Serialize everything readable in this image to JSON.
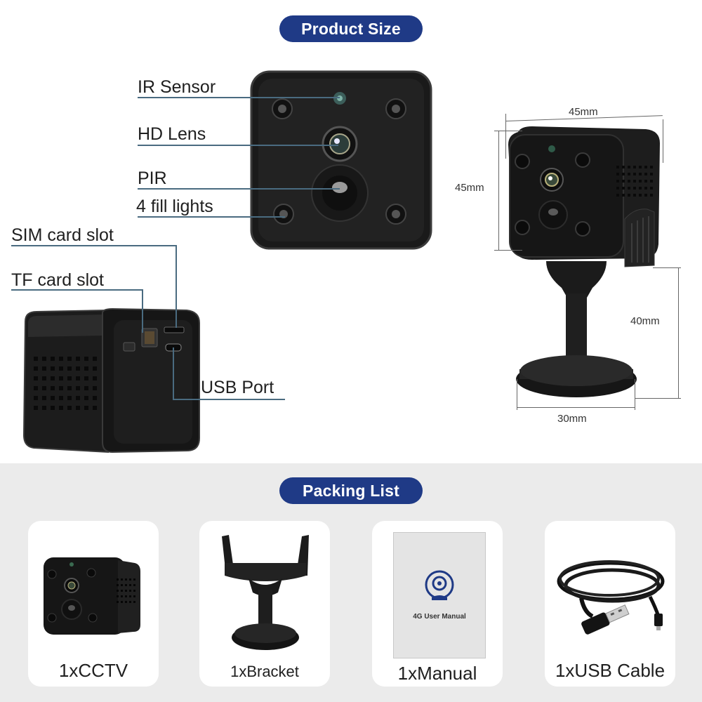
{
  "section_titles": {
    "product_size": "Product Size",
    "packing_list": "Packing List"
  },
  "callouts": {
    "ir_sensor": "IR Sensor",
    "hd_lens": "HD Lens",
    "pir": "PIR",
    "fill_lights": "4 fill lights",
    "sim_slot": "SIM card slot",
    "tf_slot": "TF card slot",
    "usb_port": "USB Port"
  },
  "dimensions": {
    "width": "45mm",
    "height": "45mm",
    "stand_height": "40mm",
    "base_width": "30mm"
  },
  "packing_items": [
    {
      "label": "1xCCTV",
      "icon": "camera-icon"
    },
    {
      "label": "1xBracket",
      "icon": "bracket-icon"
    },
    {
      "label": "1xManual",
      "icon": "manual-icon"
    },
    {
      "label": "1xUSB Cable",
      "icon": "usb-cable-icon"
    }
  ],
  "manual_cover_text": "4G User Manual",
  "colors": {
    "accent_pill": "#1f3a86",
    "packing_background": "#ebebeb",
    "callout_line": "#4a6b80"
  }
}
